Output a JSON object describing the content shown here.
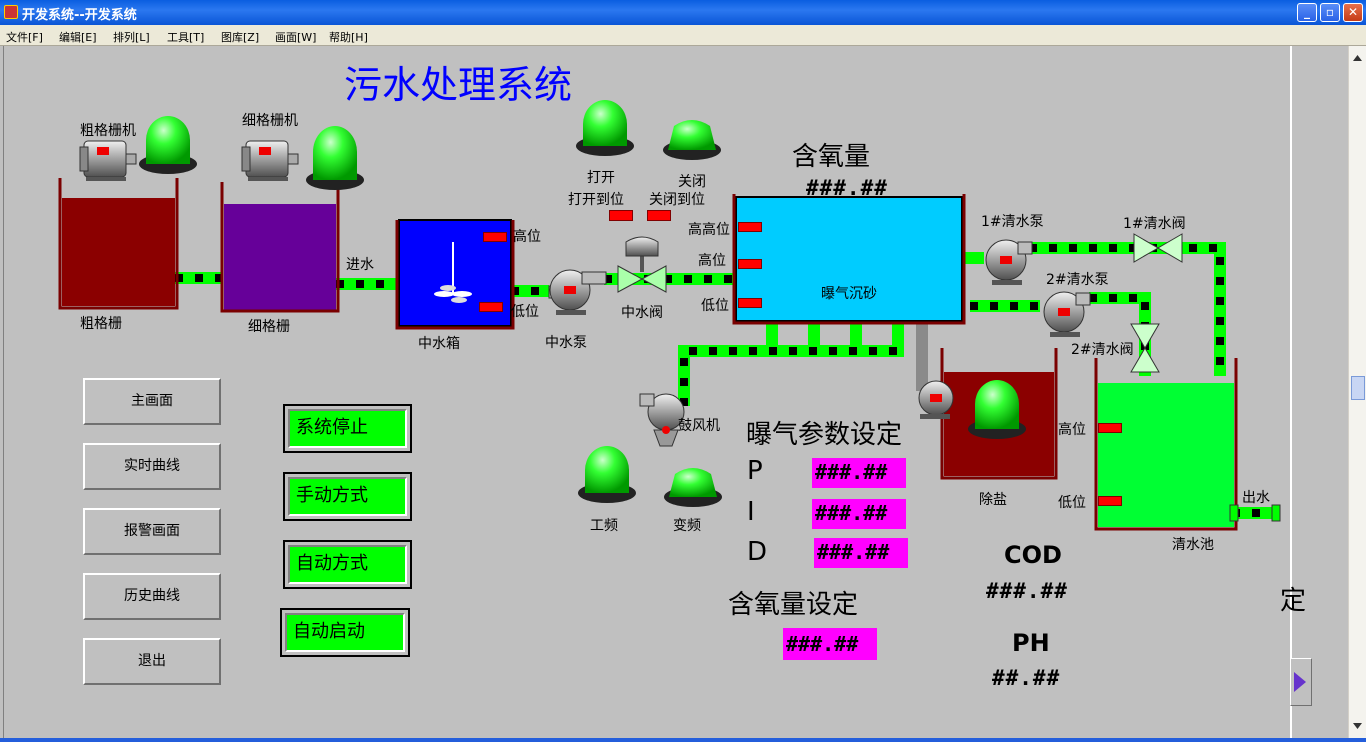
{
  "window": {
    "title": "开发系统--开发系统",
    "min": "_",
    "restore": "▫",
    "close": "✕"
  },
  "menu": [
    "文件[F]",
    "编辑[E]",
    "排列[L]",
    "工具[T]",
    "图库[Z]",
    "画面[W]",
    "帮助[H]"
  ],
  "scada_title": "污水处理系统",
  "labels": {
    "coarse_screen_machine": "粗格栅机",
    "fine_screen_machine": "细格栅机",
    "coarse_screen": "粗格栅",
    "fine_screen": "细格栅",
    "inlet": "进水",
    "middle_tank": "中水箱",
    "high_level": "高位",
    "low_level": "低位",
    "middle_pump": "中水泵",
    "middle_valve": "中水阀",
    "open": "打开",
    "close": "关闭",
    "open_pos": "打开到位",
    "close_pos": "关闭到位",
    "oxygen": "含氧量",
    "aeration_tank": "曝气沉砂",
    "hh_level": "高高位",
    "aer_high": "高位",
    "aer_low": "低位",
    "clear_pump1": "1#清水泵",
    "clear_valve1": "1#清水阀",
    "clear_pump2": "2#清水泵",
    "clear_valve2": "2#清水阀",
    "blower": "鼓风机",
    "desalt": "除盐",
    "clear_high": "高位",
    "clear_low": "低位",
    "outlet": "出水",
    "clear_pool": "清水池",
    "power_freq": "工频",
    "var_freq": "变频",
    "aer_params": "曝气参数设定",
    "p": "P",
    "i": "I",
    "d": "D",
    "oxygen_set": "含氧量设定",
    "cod": "COD",
    "ph": "PH",
    "cut_text": "定"
  },
  "values": {
    "oxygen": "###.##",
    "p": "###.##",
    "i": "###.##",
    "d": "###.##",
    "oxygen_set": "###.##",
    "cod": "###.##",
    "ph": "##.##"
  },
  "nav_buttons": [
    "主画面",
    "实时曲线",
    "报警画面",
    "历史曲线",
    "退出"
  ],
  "control_buttons": [
    "系统停止",
    "手动方式",
    "自动方式",
    "自动启动"
  ],
  "colors": {
    "background": "#c0c0c0",
    "indicator_green": "#00ff00",
    "pipe_green": "#00ff00",
    "value_box": "#ff00ff",
    "coarse_tank": "#8b0000",
    "fine_tank": "#660099",
    "middle_tank": "#0000ff",
    "aeration_tank": "#00ccff",
    "clear_pool": "#00ff33",
    "alarm_red": "#ff0000",
    "title_blue": "#0000ff"
  }
}
